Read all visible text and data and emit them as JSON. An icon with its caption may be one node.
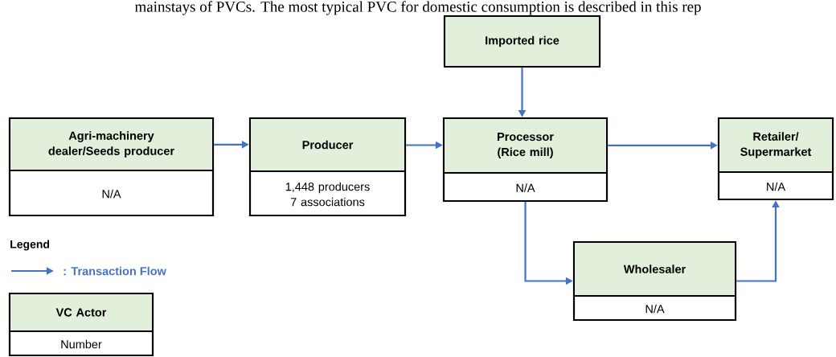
{
  "diagram": {
    "nodes": [
      {
        "text": [
          "Imported rice"
        ]
      },
      {
        "text": [
          "Agri-machinery dealer/Seeds producer",
          "N/A"
        ]
      },
      {
        "text": [
          "Producer",
          "1,448 producers 7 associations"
        ]
      },
      {
        "text": [
          "Processor (Rice mill)",
          "N/A"
        ]
      },
      {
        "text": [
          "Retailer/ Supermarket",
          "N/A"
        ]
      },
      {
        "text": [
          "Wholesaler",
          "N/A"
        ]
      },
      {
        "text": [
          "VC Actor",
          "Number"
        ]
      }
    ],
    "edges": [
      {
        "from": 1,
        "to": 2,
        "arrow": "to"
      },
      {
        "from": 2,
        "to": 3,
        "arrow": "to"
      },
      {
        "from": 0,
        "to": 3,
        "arrow": "to"
      },
      {
        "from": 3,
        "to": 4,
        "arrow": "to"
      },
      {
        "from": 3,
        "to": 5,
        "arrow": "to"
      },
      {
        "from": 5,
        "to": 4,
        "arrow": "to"
      }
    ],
    "labels": [
      "mainstays of PVCs. The most typical PVC for domestic consumption is described in this rep",
      "Legend"
    ],
    "legend": [
      {
        "text": ": Transaction Flow"
      }
    ]
  }
}
